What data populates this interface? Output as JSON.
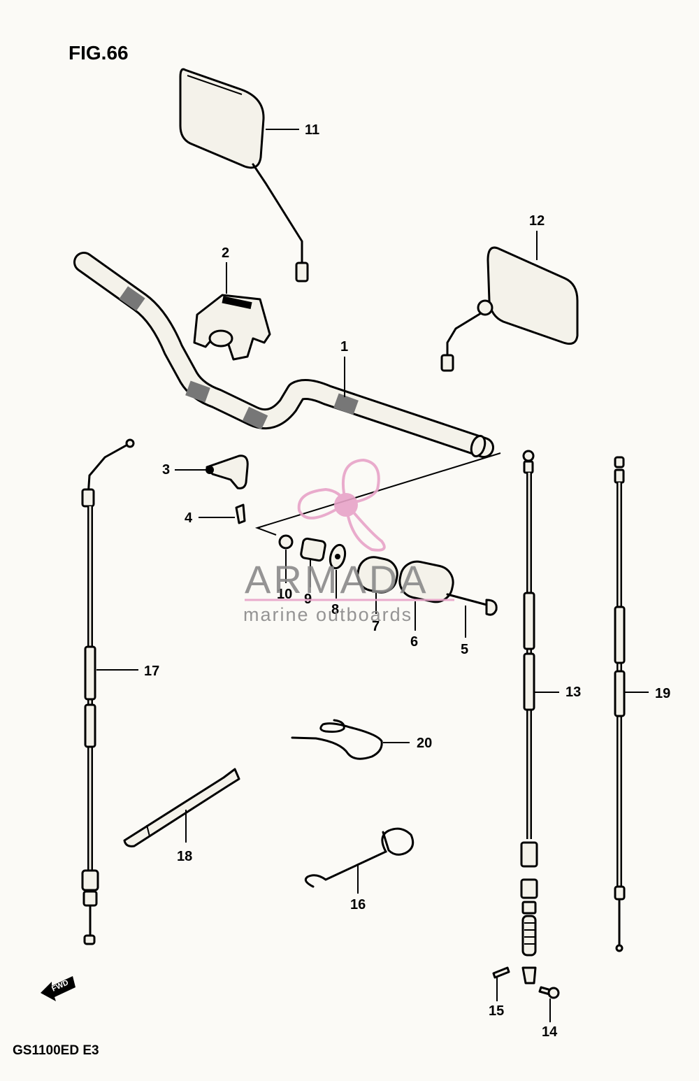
{
  "figure_title": "FIG.66",
  "model_code": "GS1100ED  E3",
  "forward_arrow_text": "FWD",
  "watermark": {
    "brand": "ARMADA",
    "tagline": "marine outboards",
    "color": "#e8a3c8"
  },
  "parts": {
    "p1": "1",
    "p2": "2",
    "p3": "3",
    "p4": "4",
    "p5": "5",
    "p6": "6",
    "p7": "7",
    "p8": "8",
    "p9": "9",
    "p10": "10",
    "p11": "11",
    "p12": "12",
    "p13": "13",
    "p14": "14",
    "p15": "15",
    "p16": "16",
    "p17": "17",
    "p18": "18",
    "p19": "19",
    "p20": "20"
  }
}
